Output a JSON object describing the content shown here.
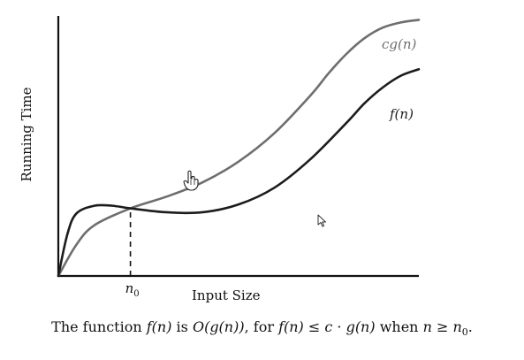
{
  "chart_data": {
    "type": "line",
    "title": "",
    "xlabel": "Input Size",
    "ylabel": "Running Time",
    "xlim": [
      0,
      10
    ],
    "ylim": [
      0,
      10
    ],
    "grid": false,
    "legend": "none",
    "x_ticks": [
      {
        "base": "n",
        "sub": "0",
        "value": 2
      }
    ],
    "reference_lines": [
      {
        "type": "vertical-dashed",
        "x": 2,
        "y_from": 0,
        "y_to": 2.6
      }
    ],
    "series": [
      {
        "name": "cg(n)",
        "color": "#6e6e6e",
        "x": [
          0,
          0.5,
          1,
          2,
          3,
          4,
          5,
          6,
          7,
          7.5,
          8,
          8.5,
          9,
          9.5,
          10
        ],
        "y": [
          0,
          1.2,
          1.95,
          2.6,
          3.05,
          3.6,
          4.4,
          5.5,
          6.95,
          7.8,
          8.55,
          9.15,
          9.55,
          9.75,
          9.85
        ]
      },
      {
        "name": "f(n)",
        "color": "#1c1c1c",
        "x": [
          0,
          0.25,
          0.5,
          1,
          1.5,
          2,
          3,
          4,
          5,
          6,
          7,
          8,
          8.5,
          9,
          9.5,
          10
        ],
        "y": [
          0,
          1.6,
          2.4,
          2.7,
          2.7,
          2.6,
          2.45,
          2.45,
          2.75,
          3.4,
          4.5,
          5.9,
          6.65,
          7.25,
          7.7,
          7.95
        ]
      }
    ]
  },
  "caption": {
    "before": "The function ",
    "f_of_n": "f(n)",
    "is": " is ",
    "big_o": "O(g(n))",
    "for": ", for ",
    "inequality": "f(n) ≤ c · g(n)",
    "when": " when ",
    "condition_n": "n",
    "geq": " ≥ ",
    "n0_base": "n",
    "n0_sub": "0",
    "end": "."
  },
  "cursors": {
    "hand": "hand-pointer-cursor",
    "arrow": "arrow-pointer-cursor"
  }
}
